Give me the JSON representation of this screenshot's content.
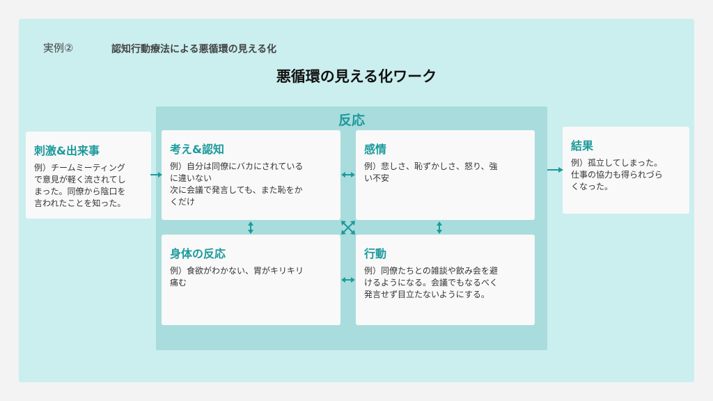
{
  "header": {
    "example_label": "実例②",
    "subtitle": "認知行動療法による悪循環の見える化",
    "title": "悪循環の見える化ワーク"
  },
  "reaction": {
    "title": "反応"
  },
  "stimulus": {
    "title": "刺激&出来事",
    "text": "例）チームミーティング\nで意見が軽く流されてし\nまった。同僚から陰口を\n言われたことを知った。"
  },
  "thoughts": {
    "title": "考え&認知",
    "text": "例）自分は同僚にバカにされている\nに違いない\n次に会議で発言しても、また恥をか\nくだけ"
  },
  "emotions": {
    "title": "感情",
    "text": "例）悲しさ、恥ずかしさ、怒り、強\nい不安"
  },
  "body_reaction": {
    "title": "身体の反応",
    "text": "例）食欲がわかない、胃がキリキリ\n痛む"
  },
  "behavior": {
    "title": "行動",
    "text": "例）同僚たちとの雑談や飲み会を避\nけるようになる。会議でもなるべく\n発言せず目立たないようにする。"
  },
  "result": {
    "title": "結果",
    "text": "例）孤立してしまった。\n仕事の協力も得られづら\nくなった。"
  },
  "colors": {
    "accent": "#1d9a9c",
    "panel": "#cbeeee",
    "reaction_bg": "#a9dcdc",
    "card": "#f9f9f9"
  }
}
